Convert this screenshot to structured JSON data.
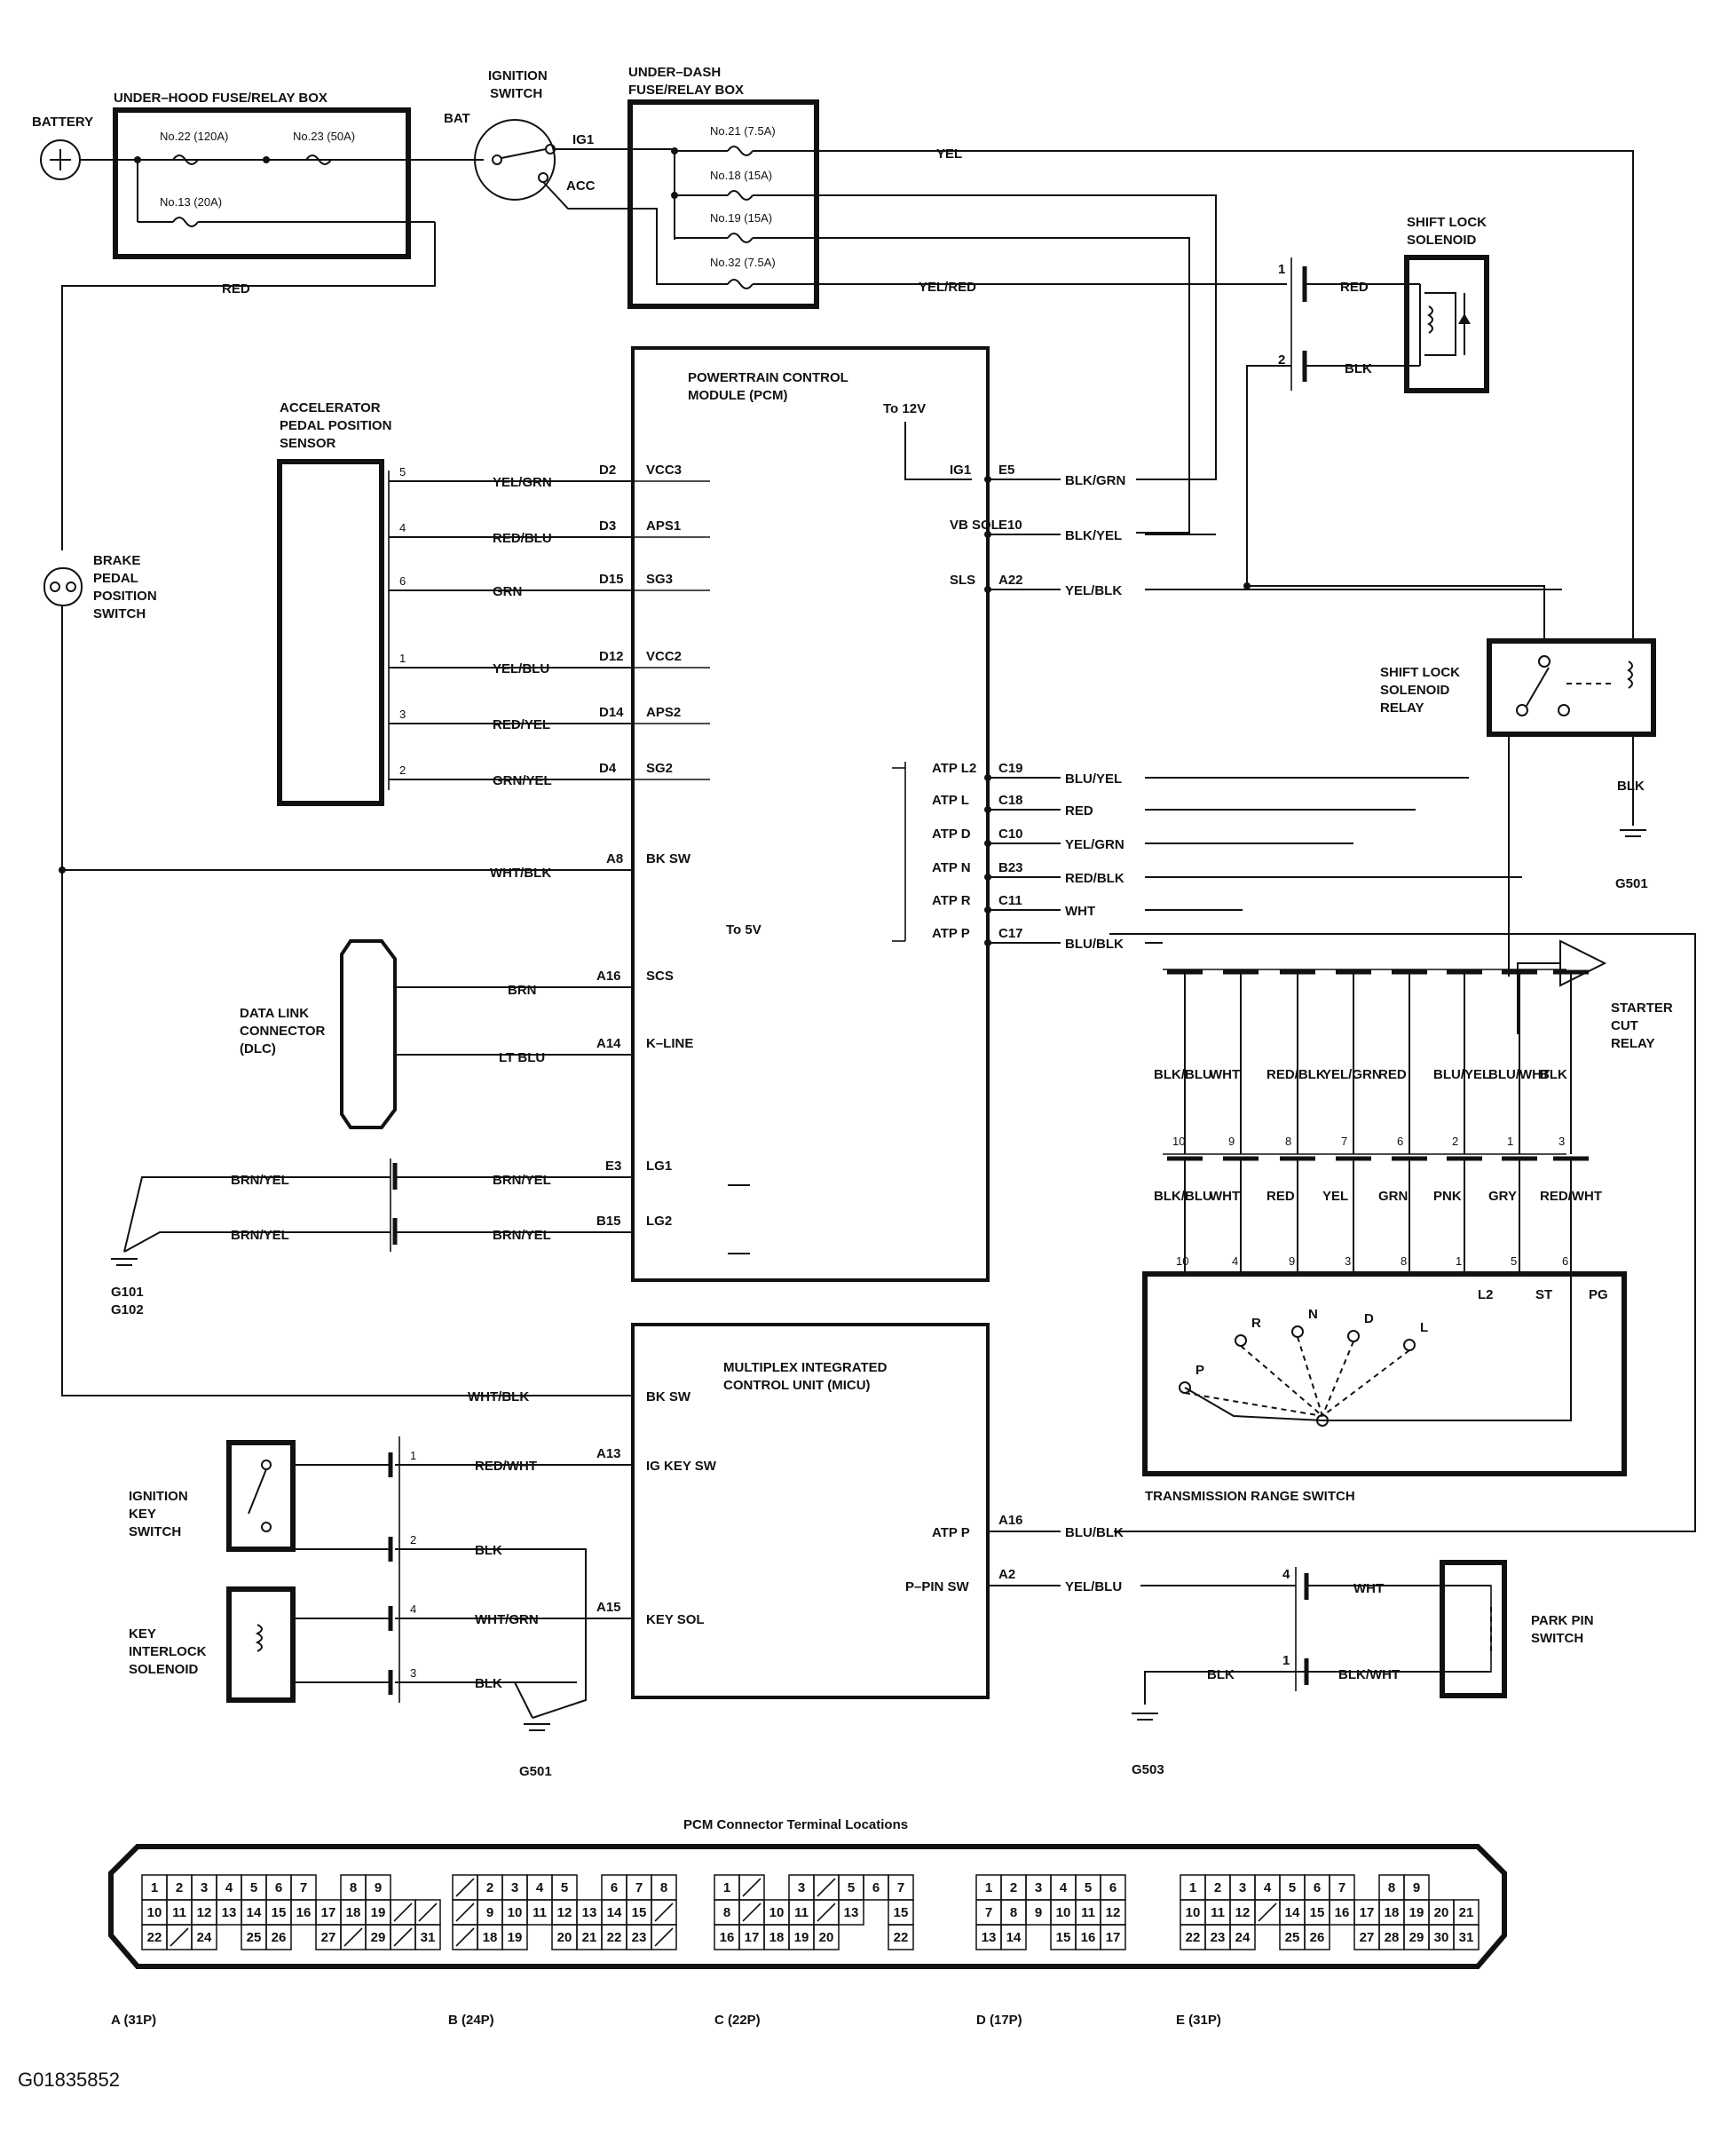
{
  "battery": "BATTERY",
  "under_hood_box": "UNDER–HOOD FUSE/RELAY BOX",
  "fuses_hood": [
    "No.22 (120A)",
    "No.23 (50A)",
    "No.13 (20A)"
  ],
  "ignition_switch": [
    "IGNITION",
    "SWITCH"
  ],
  "ign_terms": [
    "BAT",
    "IG1",
    "ACC"
  ],
  "under_dash_box": [
    "UNDER–DASH",
    "FUSE/RELAY BOX"
  ],
  "fuses_dash": [
    "No.21 (7.5A)",
    "No.18 (15A)",
    "No.19 (15A)",
    "No.32 (7.5A)"
  ],
  "top_wires": [
    "YEL",
    "YEL/RED",
    "RED"
  ],
  "shift_lock_solenoid": [
    "SHIFT LOCK",
    "SOLENOID"
  ],
  "sls_pins": [
    "1",
    "2"
  ],
  "sls_wires": [
    "RED",
    "BLK"
  ],
  "pcm_title": [
    "POWERTRAIN CONTROL",
    "MODULE (PCM)"
  ],
  "to12v": "To 12V",
  "to5v": "To 5V",
  "apps": [
    "ACCELERATOR",
    "PEDAL POSITION",
    "SENSOR"
  ],
  "apps_rows": [
    {
      "pin": "5",
      "wire": "YEL/GRN",
      "code": "D2",
      "name": "VCC3"
    },
    {
      "pin": "4",
      "wire": "RED/BLU",
      "code": "D3",
      "name": "APS1"
    },
    {
      "pin": "6",
      "wire": "GRN",
      "code": "D15",
      "name": "SG3"
    },
    {
      "pin": "1",
      "wire": "YEL/BLU",
      "code": "D12",
      "name": "VCC2"
    },
    {
      "pin": "3",
      "wire": "RED/YEL",
      "code": "D14",
      "name": "APS2"
    },
    {
      "pin": "2",
      "wire": "GRN/YEL",
      "code": "D4",
      "name": "SG2"
    }
  ],
  "pcm_right": [
    {
      "name": "IG1",
      "code": "E5",
      "wire": "BLK/GRN"
    },
    {
      "name": "VB SOL",
      "code": "E10",
      "wire": "BLK/YEL"
    },
    {
      "name": "SLS",
      "code": "A22",
      "wire": "YEL/BLK"
    },
    {
      "name": "ATP L2",
      "code": "C19",
      "wire": "BLU/YEL"
    },
    {
      "name": "ATP L",
      "code": "C18",
      "wire": "RED"
    },
    {
      "name": "ATP D",
      "code": "C10",
      "wire": "YEL/GRN"
    },
    {
      "name": "ATP N",
      "code": "B23",
      "wire": "RED/BLK"
    },
    {
      "name": "ATP R",
      "code": "C11",
      "wire": "WHT"
    },
    {
      "name": "ATP P",
      "code": "C17",
      "wire": "BLU/BLK"
    }
  ],
  "brake_switch": [
    "BRAKE",
    "PEDAL",
    "POSITION",
    "SWITCH"
  ],
  "bksw": {
    "wire": "WHT/BLK",
    "code": "A8",
    "name": "BK SW"
  },
  "dlc": [
    "DATA LINK",
    "CONNECTOR",
    "(DLC)"
  ],
  "dlc_rows": [
    {
      "wire": "BRN",
      "code": "A16",
      "name": "SCS"
    },
    {
      "wire": "LT BLU",
      "code": "A14",
      "name": "K–LINE"
    }
  ],
  "lg_rows": [
    {
      "wire": "BRN/YEL",
      "code": "E3",
      "name": "LG1"
    },
    {
      "wire": "BRN/YEL",
      "code": "B15",
      "name": "LG2"
    }
  ],
  "grounds": {
    "g101": "G101",
    "g102": "G102",
    "g501": "G501",
    "g503": "G503"
  },
  "relay": [
    "SHIFT LOCK",
    "SOLENOID",
    "RELAY"
  ],
  "relay_blk": "BLK",
  "starter_cut": [
    "STARTER",
    "CUT",
    "RELAY"
  ],
  "tr_upper_wires": [
    "BLK/BLU",
    "WHT",
    "RED/BLK",
    "YEL/GRN",
    "RED",
    "BLU/YEL",
    "BLU/WHT",
    "BLK"
  ],
  "tr_upper_pins": [
    "10",
    "9",
    "8",
    "7",
    "6",
    "2",
    "1",
    "3"
  ],
  "tr_lower_wires": [
    "BLK/BLU",
    "WHT",
    "RED",
    "YEL",
    "GRN",
    "PNK",
    "GRY",
    "RED/WHT"
  ],
  "tr_lower_pins": [
    "10",
    "4",
    "9",
    "3",
    "8",
    "1",
    "5",
    "6"
  ],
  "tr_positions": [
    "P",
    "R",
    "N",
    "D",
    "L",
    "L2",
    "ST",
    "PG"
  ],
  "tr_title": "TRANSMISSION RANGE SWITCH",
  "micu_title": [
    "MULTIPLEX INTEGRATED",
    "CONTROL UNIT (MICU)"
  ],
  "micu_left": [
    {
      "wire": "WHT/BLK",
      "code": "",
      "name": "BK SW",
      "pin": ""
    },
    {
      "wire": "RED/WHT",
      "code": "A13",
      "name": "IG KEY SW",
      "pin": "1"
    },
    {
      "wire": "BLK",
      "code": "",
      "name": "",
      "pin": "2"
    },
    {
      "wire": "WHT/GRN",
      "code": "A15",
      "name": "KEY SOL",
      "pin": "4"
    },
    {
      "wire": "BLK",
      "code": "",
      "name": "",
      "pin": "3"
    }
  ],
  "ign_key_sw": [
    "IGNITION",
    "KEY",
    "SWITCH"
  ],
  "key_interlock": [
    "KEY",
    "INTERLOCK",
    "SOLENOID"
  ],
  "micu_right": [
    {
      "name": "ATP P",
      "code": "A16",
      "wire": "BLU/BLK"
    },
    {
      "name": "P–PIN SW",
      "code": "A2",
      "wire": "YEL/BLU"
    }
  ],
  "park_pin": [
    "PARK PIN",
    "SWITCH"
  ],
  "park_pins": [
    "4",
    "1"
  ],
  "park_wires": [
    "WHT",
    "BLK/WHT",
    "BLK"
  ],
  "connector_title": "PCM Connector Terminal Locations",
  "connectors": [
    {
      "label": "A (31P)",
      "rows": [
        [
          "1",
          "2",
          "3",
          "4",
          "5",
          "6",
          "7",
          "",
          "8",
          "9"
        ],
        [
          "10",
          "11",
          "12",
          "13",
          "14",
          "15",
          "16",
          "17",
          "18",
          "19",
          "/",
          "/"
        ],
        [
          "22",
          "/",
          "24",
          "",
          "25",
          "26",
          "",
          "27",
          "/",
          "29",
          "/",
          "31"
        ]
      ]
    },
    {
      "label": "B (24P)",
      "rows": [
        [
          "/",
          "2",
          "3",
          "4",
          "5",
          "",
          "6",
          "7",
          "8"
        ],
        [
          "/",
          "9",
          "10",
          "11",
          "12",
          "13",
          "14",
          "15",
          "/"
        ],
        [
          "/",
          "18",
          "19",
          "",
          "20",
          "21",
          "22",
          "23",
          "/"
        ]
      ]
    },
    {
      "label": "C (22P)",
      "rows": [
        [
          "1",
          "/",
          "",
          "3",
          "/",
          "5",
          "6",
          "7"
        ],
        [
          "8",
          "/",
          "10",
          "11",
          "/",
          "13",
          "",
          "15"
        ],
        [
          "16",
          "17",
          "18",
          "19",
          "20",
          "",
          "",
          "22"
        ]
      ]
    },
    {
      "label": "D (17P)",
      "rows": [
        [
          "1",
          "2",
          "3",
          "4",
          "5",
          "6"
        ],
        [
          "7",
          "8",
          "9",
          "10",
          "11",
          "12"
        ],
        [
          "13",
          "14",
          "",
          "15",
          "16",
          "17"
        ]
      ]
    },
    {
      "label": "E (31P)",
      "rows": [
        [
          "1",
          "2",
          "3",
          "4",
          "5",
          "6",
          "7",
          "",
          "8",
          "9"
        ],
        [
          "10",
          "11",
          "12",
          "/",
          "14",
          "15",
          "16",
          "17",
          "18",
          "19",
          "20",
          "21"
        ],
        [
          "22",
          "23",
          "24",
          "",
          "25",
          "26",
          "",
          "27",
          "28",
          "29",
          "30",
          "31"
        ]
      ]
    }
  ],
  "fig_id": "G01835852"
}
